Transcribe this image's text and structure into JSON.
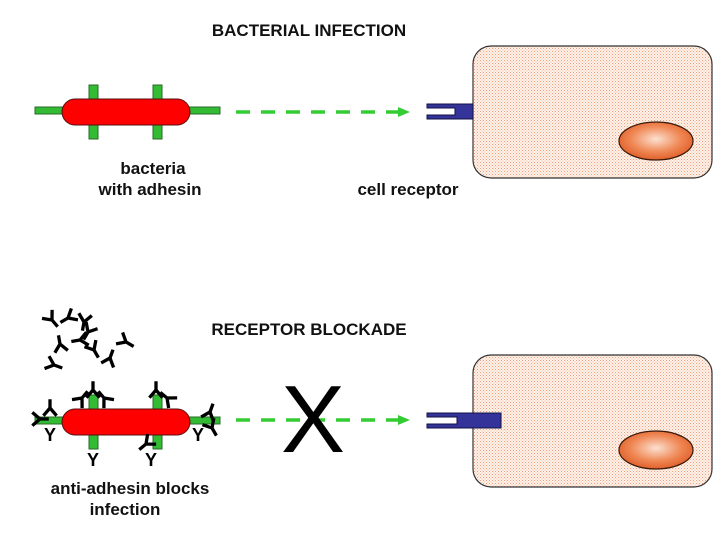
{
  "panels": {
    "top": {
      "title": "BACTERIAL INFECTION",
      "bacteria_label_line1": "bacteria",
      "bacteria_label_line2": "with adhesin",
      "receptor_label": "cell receptor"
    },
    "bottom": {
      "title": "RECEPTOR BLOCKADE",
      "block_mark": "X",
      "bacteria_label_line1": "anti-adhesin blocks",
      "bacteria_label_line2": "infection",
      "antibody_glyph": "Y"
    }
  },
  "colors": {
    "bacterium": "#ff0000",
    "adhesin": "#33bb33",
    "arrow": "#33cc33",
    "receptor": "#333399",
    "cell_fill": "#fbe3d4",
    "cell_dots": "#f0a07a",
    "nucleus": "#e8703a",
    "antibody": "#000000"
  }
}
